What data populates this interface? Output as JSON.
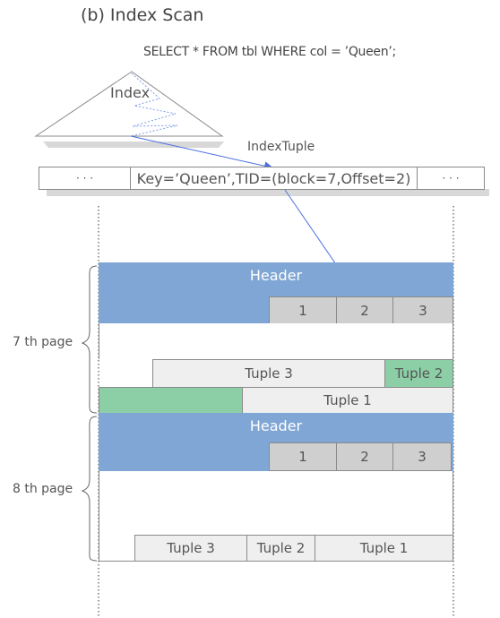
{
  "title": "(b) Index Scan",
  "query": "SELECT * FROM tbl WHERE  col = ’Queen’;",
  "index": {
    "label": "Index",
    "tuple_label": "IndexTuple",
    "row": {
      "left_dots": "·  ·  ·",
      "entry": "Key=’Queen’,TID=(block=7,Offset=2)",
      "right_dots": "·  ·  ·"
    }
  },
  "pages": [
    {
      "label": "7 th page",
      "header": "Header",
      "pointers": [
        "1",
        "2",
        "3"
      ],
      "tuples": {
        "t3": "Tuple 3",
        "t2": "Tuple  2",
        "t1": "Tuple 1"
      }
    },
    {
      "label": "8 th page",
      "header": "Header",
      "pointers": [
        "1",
        "2",
        "3"
      ],
      "tuples": {
        "t3": "Tuple 3",
        "t2": "Tuple  2",
        "t1": "Tuple 1"
      }
    }
  ],
  "colors": {
    "header": "#7fa6d4",
    "pointer": "#cfcfcf",
    "tuple": "#efefef",
    "target_tuple": "#8ccfa6",
    "arrow": "#4a6fe0"
  }
}
